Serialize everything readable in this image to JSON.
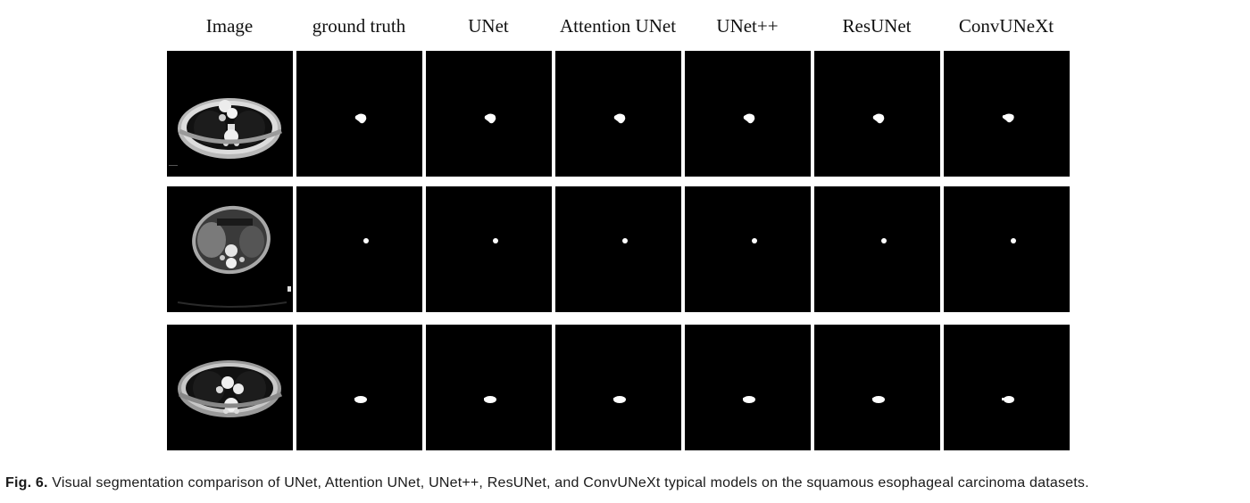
{
  "columns": [
    "Image",
    "ground truth",
    "UNet",
    "Attention UNet",
    "UNet++",
    "ResUNet",
    "ConvUNeXt"
  ],
  "rows": [
    {
      "image_content": "chest CT slice with segmented esophageal tumour region",
      "mask_shape": "comma-shaped blob"
    },
    {
      "image_content": "abdominal CT slice with small tumour region",
      "mask_shape": "small dot"
    },
    {
      "image_content": "chest CT slice with segmented esophageal tumour region",
      "mask_shape": "horizontal blob"
    }
  ],
  "caption": {
    "label": "Fig. 6.",
    "text": "Visual segmentation comparison of UNet, Attention UNet, UNet++, ResUNet, and ConvUNeXt typical models on the squamous esophageal carcinoma datasets."
  }
}
